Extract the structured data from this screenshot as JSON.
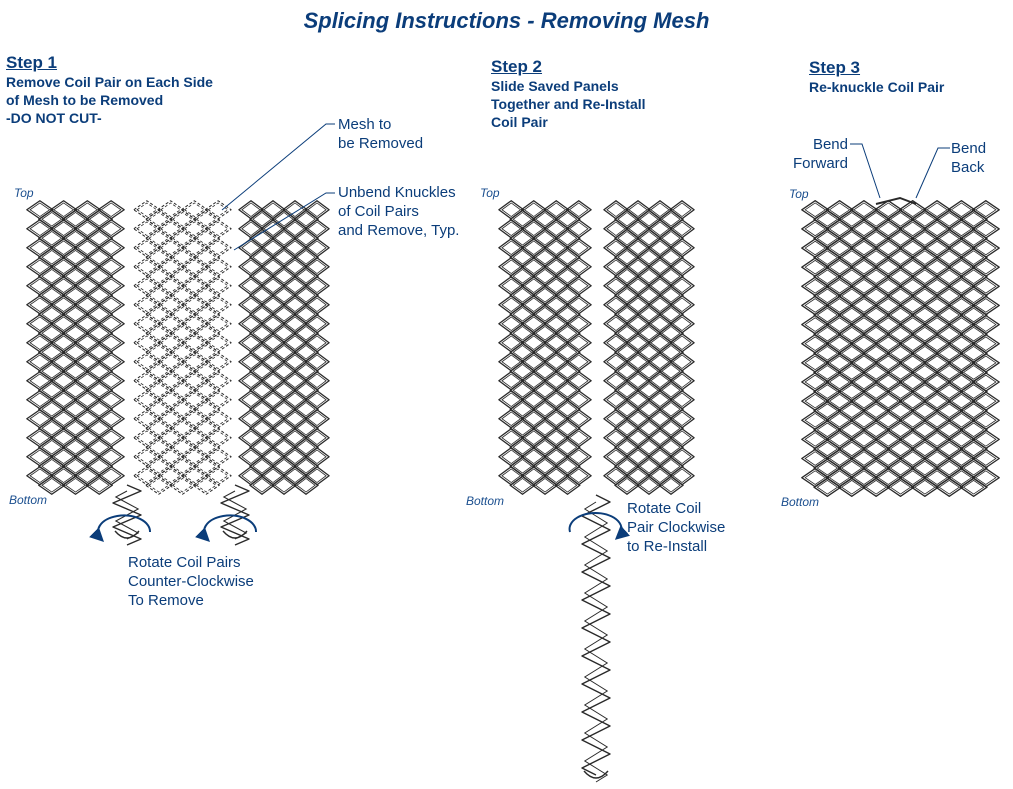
{
  "title": "Splicing Instructions - Removing Mesh",
  "colors": {
    "text": "#0b3d7a",
    "wire": "#2a2a2a",
    "arrow": "#0b3d7a"
  },
  "step1": {
    "heading": "Step 1",
    "desc": [
      "Remove Coil Pair on Each Side",
      "of Mesh to be Removed",
      "-DO NOT CUT-"
    ],
    "callout_mesh": [
      "Mesh to",
      "be Removed"
    ],
    "callout_knuckles": [
      "Unbend Knuckles",
      "of Coil Pairs",
      "and Remove, Typ."
    ],
    "rotate": [
      "Rotate Coil Pairs",
      "Counter-Clockwise",
      "To Remove"
    ],
    "top": "Top",
    "bottom": "Bottom"
  },
  "step2": {
    "heading": "Step 2",
    "desc": [
      "Slide Saved Panels",
      "Together and Re-Install",
      "Coil Pair"
    ],
    "rotate": [
      "Rotate Coil",
      "Pair Clockwise",
      "to Re-Install"
    ],
    "top": "Top",
    "bottom": "Bottom"
  },
  "step3": {
    "heading": "Step 3",
    "desc": [
      "Re-knuckle Coil Pair"
    ],
    "bend_forward": [
      "Bend",
      "Forward"
    ],
    "bend_back": [
      "Bend",
      "Back"
    ],
    "top": "Top",
    "bottom": "Bottom"
  },
  "icons": [
    "counter-clockwise-arrow-icon",
    "clockwise-arrow-icon"
  ]
}
